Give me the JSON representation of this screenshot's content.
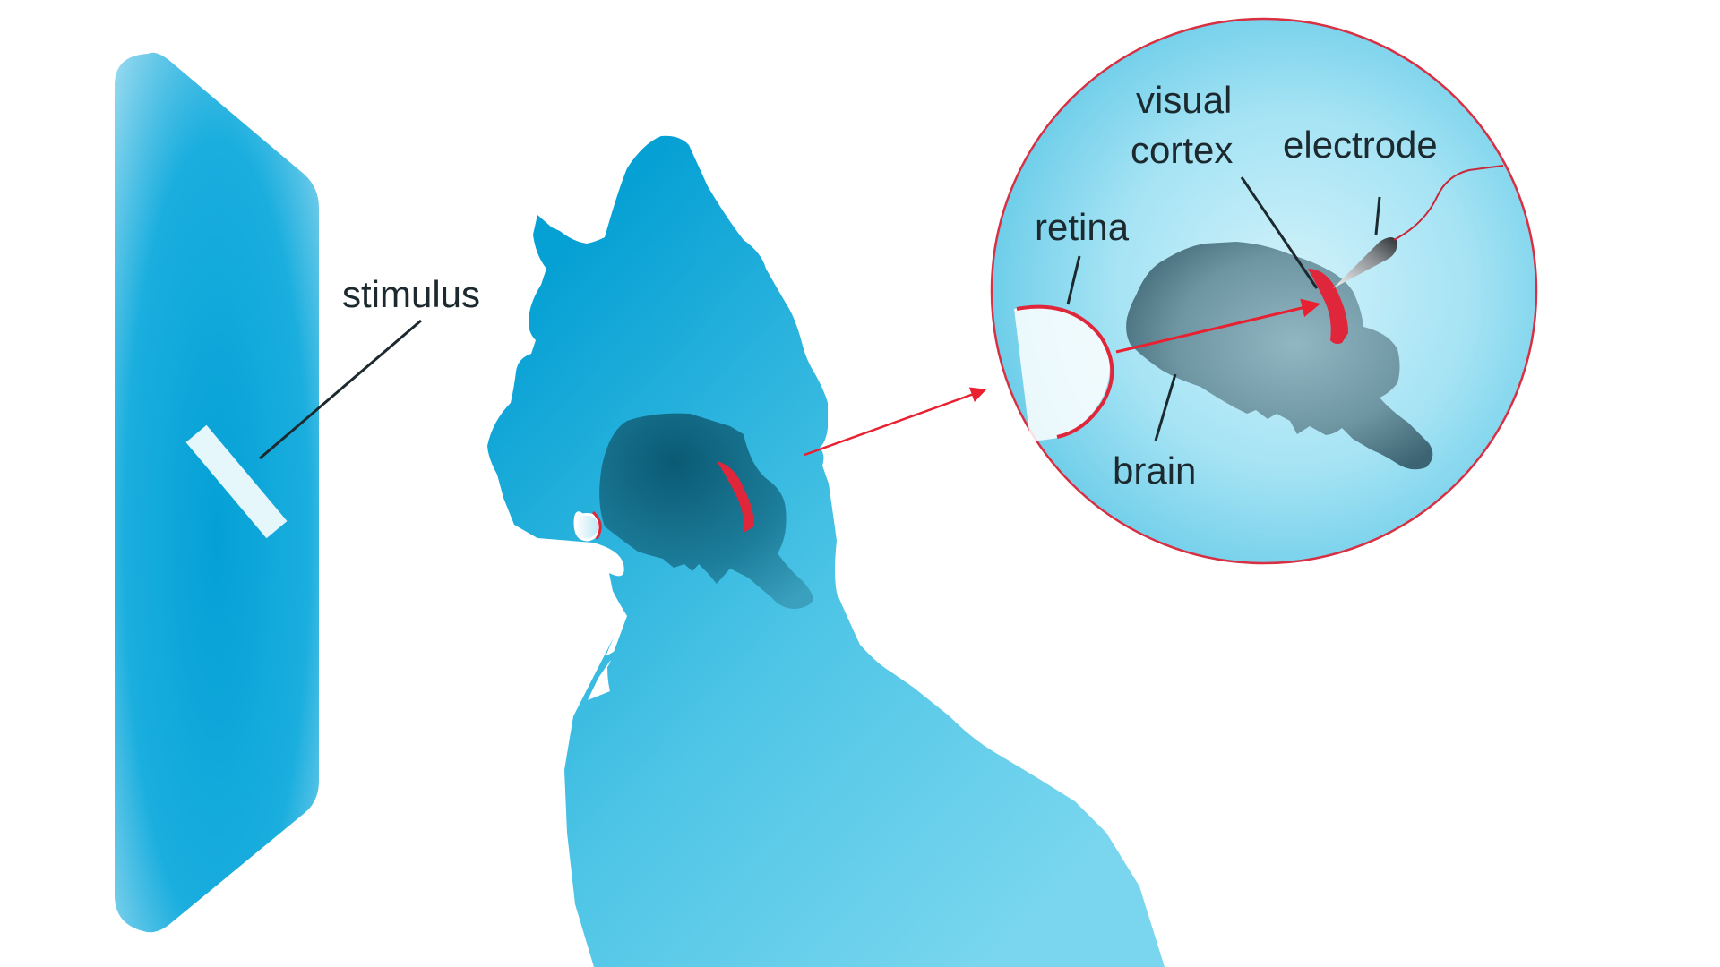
{
  "labels": {
    "stimulus": "stimulus",
    "visual_line1": "visual",
    "visual_line2": "cortex",
    "electrode": "electrode",
    "retina": "retina",
    "brain": "brain"
  },
  "colors": {
    "screen": "#0ea3d6",
    "cat_light": "#6fd3ec",
    "cat_dark": "#04a0d4",
    "brain_dark": "#2f5d6e",
    "brain_light": "#8fb4c0",
    "cortex_red": "#e0263a",
    "arrow_red": "#e8202f",
    "bubble_light": "#c7eef8",
    "bubble_dark": "#5cc6e6",
    "label_text": "#1c2a2f",
    "stimulus_bar": "#e6f7fc"
  }
}
